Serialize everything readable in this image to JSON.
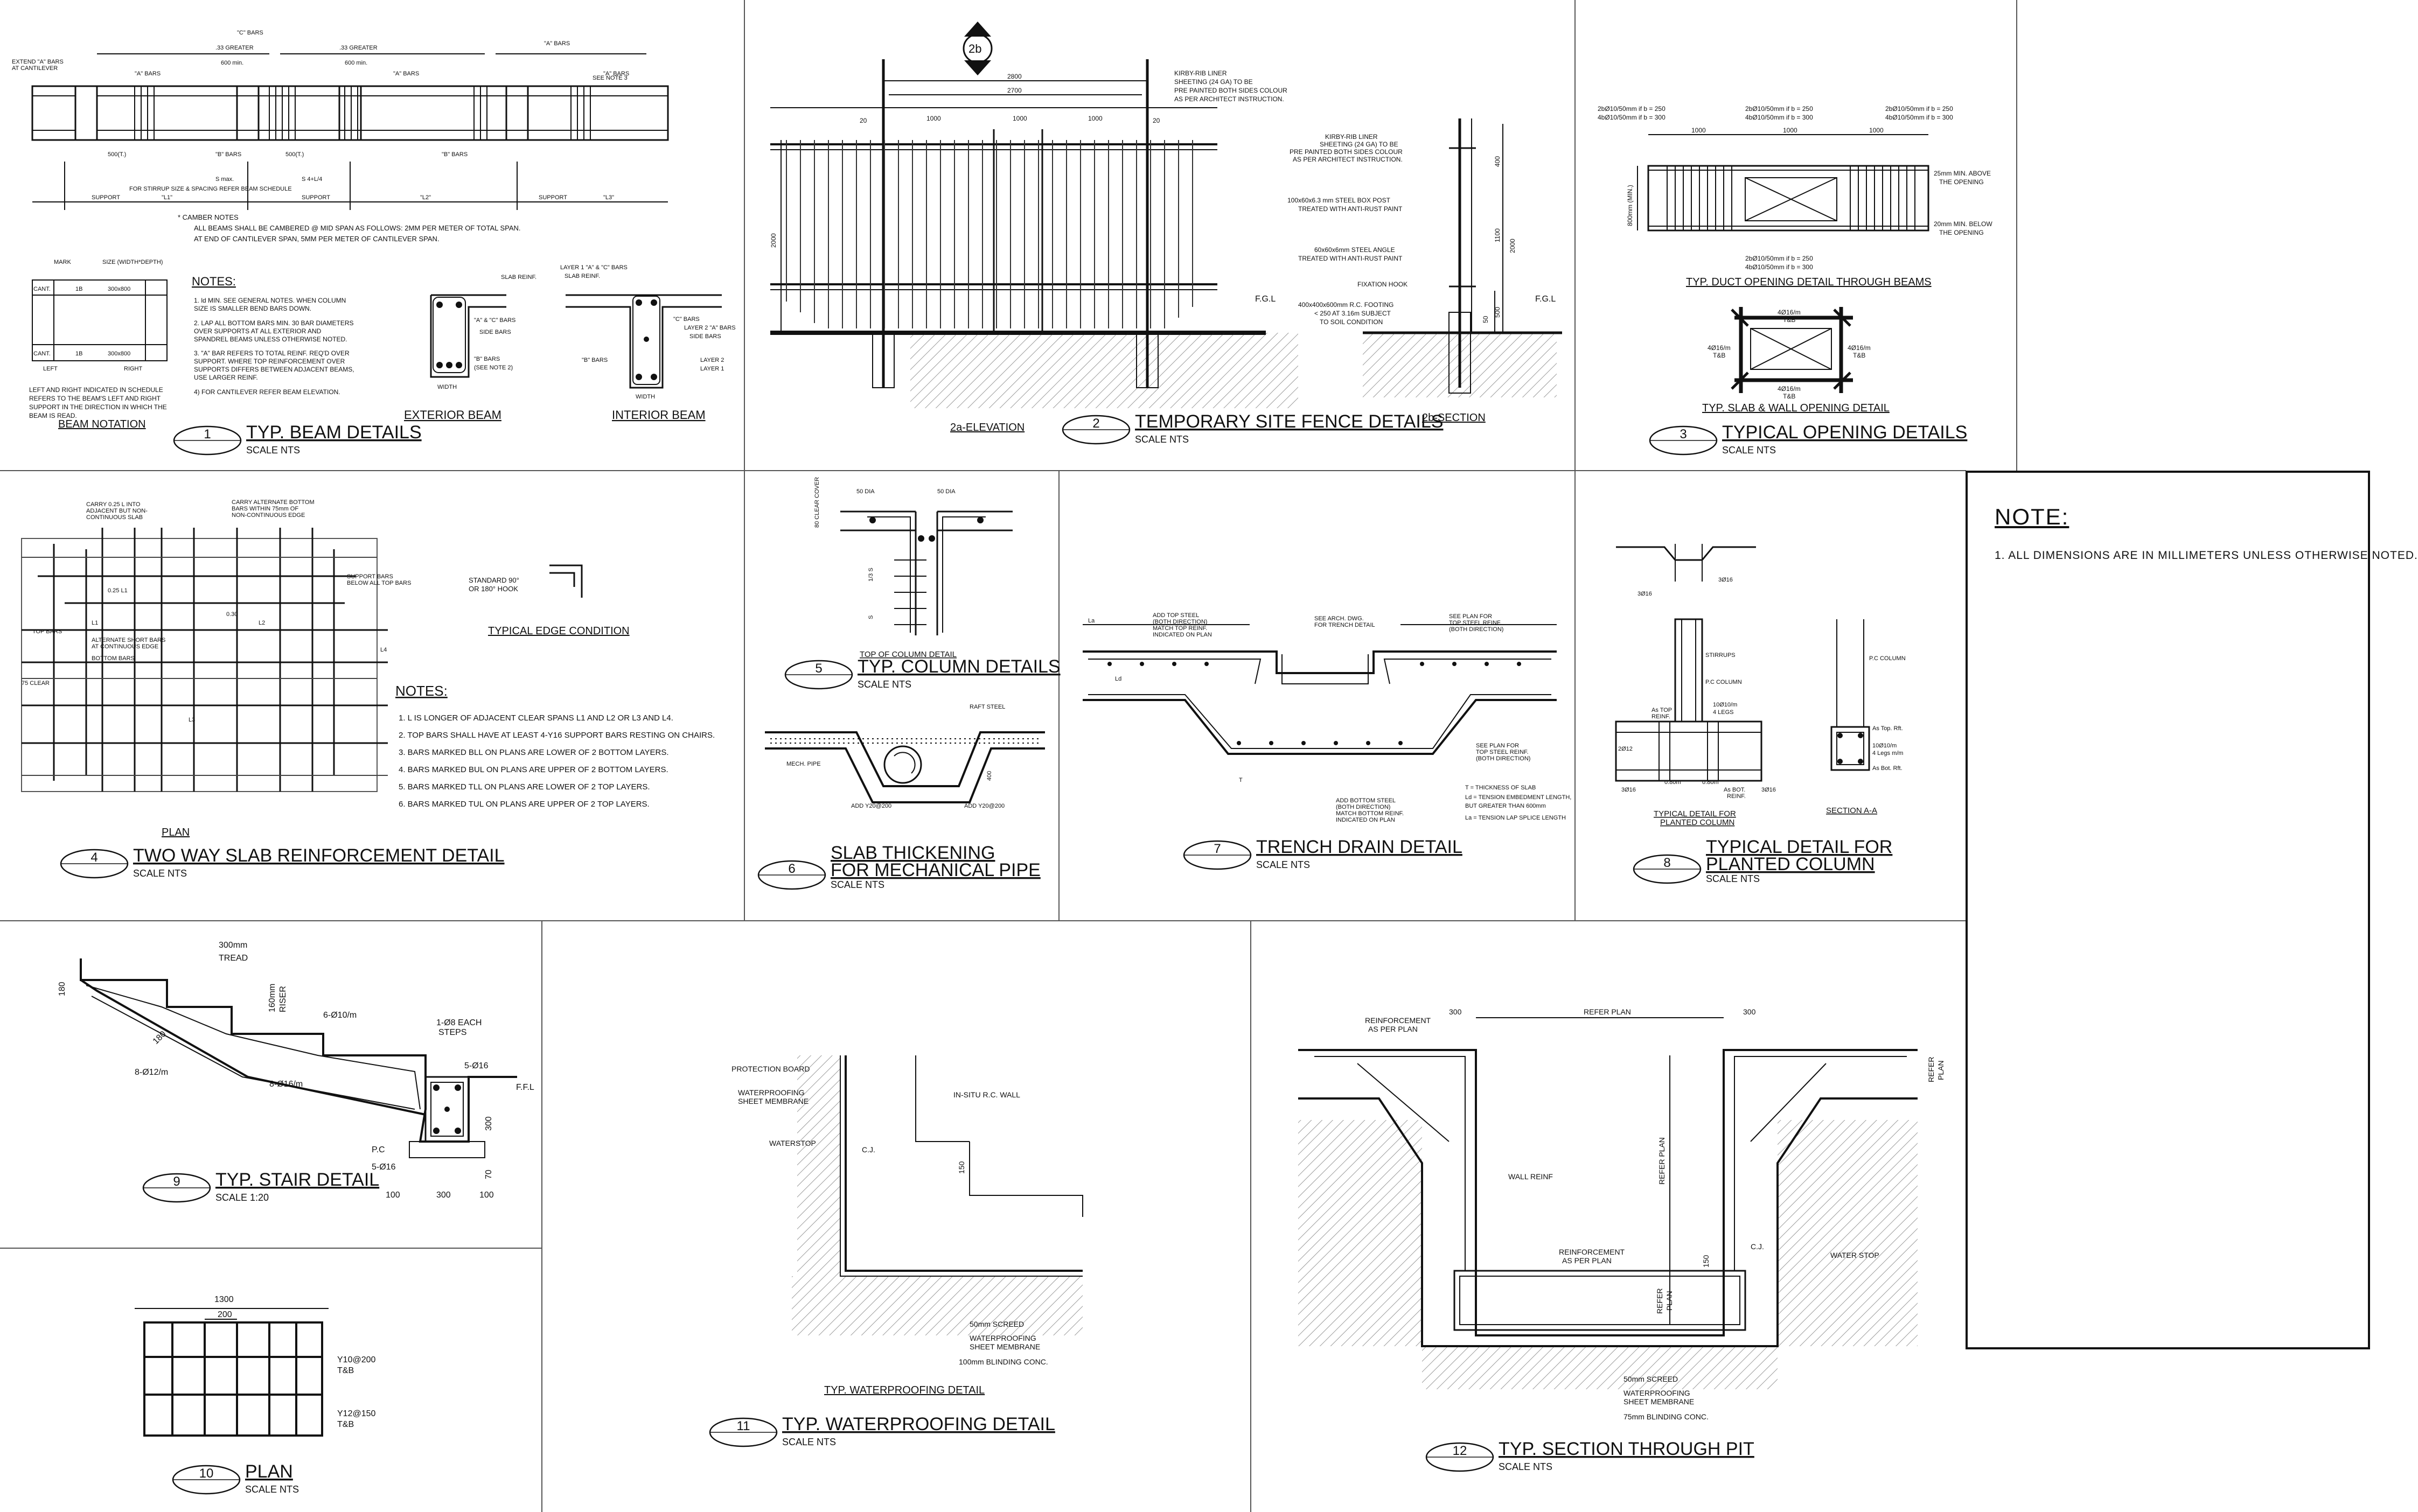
{
  "details": [
    {
      "number": "1",
      "title": "TYP. BEAM DETAILS",
      "scale": "SCALE   NTS"
    },
    {
      "number": "2",
      "title": "TEMPORARY SITE FENCE DETAILS",
      "scale": "SCALE   NTS"
    },
    {
      "number": "3",
      "title": "TYPICAL OPENING DETAILS",
      "scale": "SCALE   NTS"
    },
    {
      "number": "4",
      "title": "TWO WAY SLAB REINFORCEMENT DETAIL",
      "scale": "SCALE   NTS"
    },
    {
      "number": "5",
      "title": "TYP. COLUMN DETAILS",
      "scale": "SCALE   NTS"
    },
    {
      "number": "6",
      "title": "SLAB THICKENING",
      "title2": "FOR MECHANICAL PIPE",
      "scale": "SCALE   NTS"
    },
    {
      "number": "7",
      "title": "TRENCH DRAIN DETAIL",
      "scale": "SCALE   NTS"
    },
    {
      "number": "8",
      "title": "TYPICAL DETAIL FOR",
      "title2": "PLANTED COLUMN",
      "scale": "SCALE   NTS"
    },
    {
      "number": "9",
      "title": "TYP. STAIR DETAIL",
      "scale": "SCALE   1:20"
    },
    {
      "number": "10",
      "title": "PLAN",
      "scale": "SCALE   NTS"
    },
    {
      "number": "11",
      "title": "TYP. WATERPROOFING DETAIL",
      "scale": "SCALE   NTS"
    },
    {
      "number": "12",
      "title": "TYP. SECTION THROUGH PIT",
      "scale": "SCALE   NTS"
    }
  ],
  "subtitles": {
    "beam_notation": "BEAM NOTATION",
    "exterior_beam": "EXTERIOR BEAM",
    "interior_beam": "INTERIOR BEAM",
    "fence_elevation": "2a-ELEVATION",
    "fence_section": "2b-SECTION",
    "fence_marker": "2b",
    "duct_opening": "TYP. DUCT OPENING DETAIL THROUGH BEAMS",
    "slab_wall_opening": "TYP. SLAB & WALL OPENING DETAIL",
    "edge_condition": "TYPICAL EDGE CONDITION",
    "slab_plan": "PLAN",
    "top_of_column": "TOP OF COLUMN DETAIL",
    "planted_column_small": "TYPICAL DETAIL FOR",
    "planted_column_small2": "PLANTED COLUMN",
    "section_a": "SECTION A-A",
    "waterproofing_small": "TYP. WATERPROOFING DETAIL"
  },
  "beam_notes": {
    "heading": "NOTES:",
    "lines": [
      "1. ld MIN. SEE GENERAL NOTES. WHEN COLUMN",
      "   SIZE IS SMALLER BEND BARS DOWN.",
      "2. LAP ALL BOTTOM BARS MIN. 30 BAR DIAMETERS",
      "   OVER SUPPORTS AT ALL EXTERIOR AND",
      "   SPANDREL BEAMS UNLESS OTHERWISE NOTED.",
      "3. \"A\" BAR REFERS TO TOTAL REINF. REQ'D OVER",
      "   SUPPORT. WHERE TOP REINFORCEMENT OVER",
      "   SUPPORTS DIFFERS BETWEEN ADJACENT BEAMS,",
      "   USE LARGER REINF.",
      "4) FOR CANTILEVER REFER BEAM ELEVATION."
    ],
    "camber": [
      "* CAMBER NOTES",
      "ALL BEAMS SHALL BE CAMBERED @ MID SPAN AS FOLLOWS: 2MM PER METER OF TOTAL SPAN.",
      "AT END OF CANTILEVER SPAN, 5MM PER METER OF CANTILEVER SPAN."
    ],
    "left_right": [
      "LEFT AND RIGHT INDICATED IN SCHEDULE",
      "REFERS TO THE BEAM'S LEFT AND RIGHT",
      "SUPPORT IN THE DIRECTION IN WHICH THE",
      "BEAM IS READ."
    ]
  },
  "slab_notes": {
    "heading": "NOTES:",
    "lines": [
      "1.  L IS LONGER OF ADJACENT CLEAR SPANS L1 AND L2 OR L3 AND L4.",
      "2.  TOP BARS SHALL HAVE AT LEAST 4-Y16 SUPPORT BARS RESTING ON CHAIRS.",
      "3.  BARS MARKED BLL ON PLANS ARE LOWER OF 2 BOTTOM LAYERS.",
      "4.  BARS MARKED BUL ON PLANS ARE UPPER OF 2 BOTTOM LAYERS.",
      "5.  BARS MARKED TLL ON PLANS ARE LOWER OF 2 TOP LAYERS.",
      "6.  BARS MARKED TUL ON PLANS ARE UPPER OF 2 TOP LAYERS."
    ]
  },
  "fence_labels": {
    "liner": [
      "KIRBY-RIB LINER",
      "SHEETING (24 GA) TO BE",
      "PRE PAINTED BOTH SIDES COLOUR",
      "AS PER ARCHITECT INSTRUCTION."
    ],
    "post": [
      "100x60x6.3 mm STEEL BOX POST",
      "TREATED WITH ANTI-RUST PAINT"
    ],
    "angle": [
      "60x60x6mm STEEL ANGLE",
      "TREATED WITH ANTI-RUST PAINT"
    ],
    "hook": "FIXATION HOOK",
    "footing": [
      "400x400x600mm R.C. FOOTING",
      "< 250 AT 3.16m SUBJECT",
      "TO SOIL CONDITION"
    ],
    "fgl": "F.G.L",
    "dims": [
      "2800",
      "2700",
      "1000",
      "1000",
      "1000",
      "20",
      "20",
      "2000",
      "400",
      "1100",
      "2000",
      "500",
      "50"
    ]
  },
  "opening_labels": {
    "top": [
      "2bØ10/50mm if b = 250",
      "4bØ10/50mm if b = 300"
    ],
    "above": [
      "25mm MIN. ABOVE",
      "THE OPENING"
    ],
    "below": [
      "20mm MIN. BELOW",
      "THE OPENING"
    ],
    "depth": "800mm (MIN.)",
    "dim": "1000",
    "slab_bars": "4Ø16/m",
    "slab_tb": "T&B"
  },
  "slab_labels": [
    "CARRY 0.25 L INTO",
    "ADJACENT BUT NON-",
    "CONTINUOUS SLAB",
    "CARRY ALTERNATE BOTTOM",
    "BARS WITHIN 75mm OF",
    "NON-CONTINUOUS EDGE",
    "SUPPORT BARS",
    "BELOW ALL TOP BARS",
    "TOP BARS",
    "ALTERNATE SHORT BARS",
    "AT CONTINUOUS EDGE",
    "BOTTOM BARS",
    "75 CLEAR",
    "L1",
    "L2",
    "L3",
    "L4",
    "0.30",
    "0.25 L1",
    "STANDARD 90°",
    "OR 180° HOOK"
  ],
  "column_labels": [
    "50 DIA",
    "50 DIA",
    "80 CLEAR COVER",
    "1/3 S",
    "S"
  ],
  "pipe_labels": [
    "RAFT STEEL",
    "MECH. PIPE",
    "ADD Y20@200",
    "ADD Y20@200",
    "400"
  ],
  "trench_labels": {
    "add_top": [
      "ADD TOP STEEL",
      "(BOTH DIRECTION)",
      "MATCH TOP REINF.",
      "INDICATED ON PLAN"
    ],
    "arch": [
      "SEE ARCH. DWG.",
      "FOR TRENCH DETAIL"
    ],
    "see_plan_top": [
      "SEE PLAN FOR",
      "TOP STEEL REINF.",
      "(BOTH DIRECTION)"
    ],
    "see_plan_bot": [
      "SEE PLAN FOR",
      "TOP STEEL REINF.",
      "(BOTH DIRECTION)"
    ],
    "add_bot": [
      "ADD BOTTOM STEEL",
      "(BOTH DIRECTION)",
      "MATCH BOTTOM REINF.",
      "INDICATED ON PLAN"
    ],
    "legend": [
      "T   =  THICKNESS OF SLAB",
      "Ld  =  TENSION EMBEDMENT LENGTH,",
      "        BUT GREATER THAN 600mm",
      "La  =  TENSION LAP SPLICE LENGTH"
    ],
    "ld": "Ld",
    "la": "La",
    "t": "T"
  },
  "planted_labels": [
    "3Ø16",
    "3Ø16",
    "STIRRUPS",
    "P.C COLUMN",
    "10Ø10/m",
    "4 LEGS",
    "As TOP",
    "REINF.",
    "2Ø12",
    "3Ø16",
    "3Ø16",
    "As BOT.",
    "REINF.",
    "0.80m",
    "0.80m",
    "P.C COLUMN",
    "As Top. Rft.",
    "10Ø10/m",
    "4 Legs m/m",
    "As Bot. Rft."
  ],
  "stair_labels": [
    "300mm",
    "TREAD",
    "160mm",
    "RISER",
    "180",
    "180",
    "6-Ø10/m",
    "1-Ø8 EACH",
    "STEPS",
    "5-Ø16",
    "8-Ø12/m",
    "8-Ø16/m",
    "F.F.L",
    "P.C",
    "5-Ø16",
    "300",
    "70",
    "100",
    "300",
    "100"
  ],
  "plan10_labels": [
    "1300",
    "200",
    "Y10@200",
    "T&B",
    "Y12@150",
    "T&B"
  ],
  "wp_labels": [
    "PROTECTION BOARD",
    "WATERPROOFING",
    "SHEET MEMBRANE",
    "IN-SITU R.C. WALL",
    "WATERSTOP",
    "C.J.",
    "150",
    "50mm SCREED",
    "WATERPROOFING",
    "SHEET MEMBRANE",
    "100mm BLINDING CONC."
  ],
  "pit_labels": [
    "REINFORCEMENT",
    "AS PER PLAN",
    "300",
    "REFER PLAN",
    "300",
    "REFER",
    "PLAN",
    "WALL REINF",
    "REFER PLAN",
    "REINFORCEMENT",
    "AS PER PLAN",
    "150",
    "C.J.",
    "WATER STOP",
    "REFER",
    "PLAN",
    "50mm SCREED",
    "WATERPROOFING",
    "SHEET MEMBRANE",
    "75mm BLINDING CONC."
  ],
  "note": {
    "title": "NOTE:",
    "line": "1.  ALL DIMENSIONS ARE IN MILLIMETERS UNLESS OTHERWISE NOTED."
  }
}
